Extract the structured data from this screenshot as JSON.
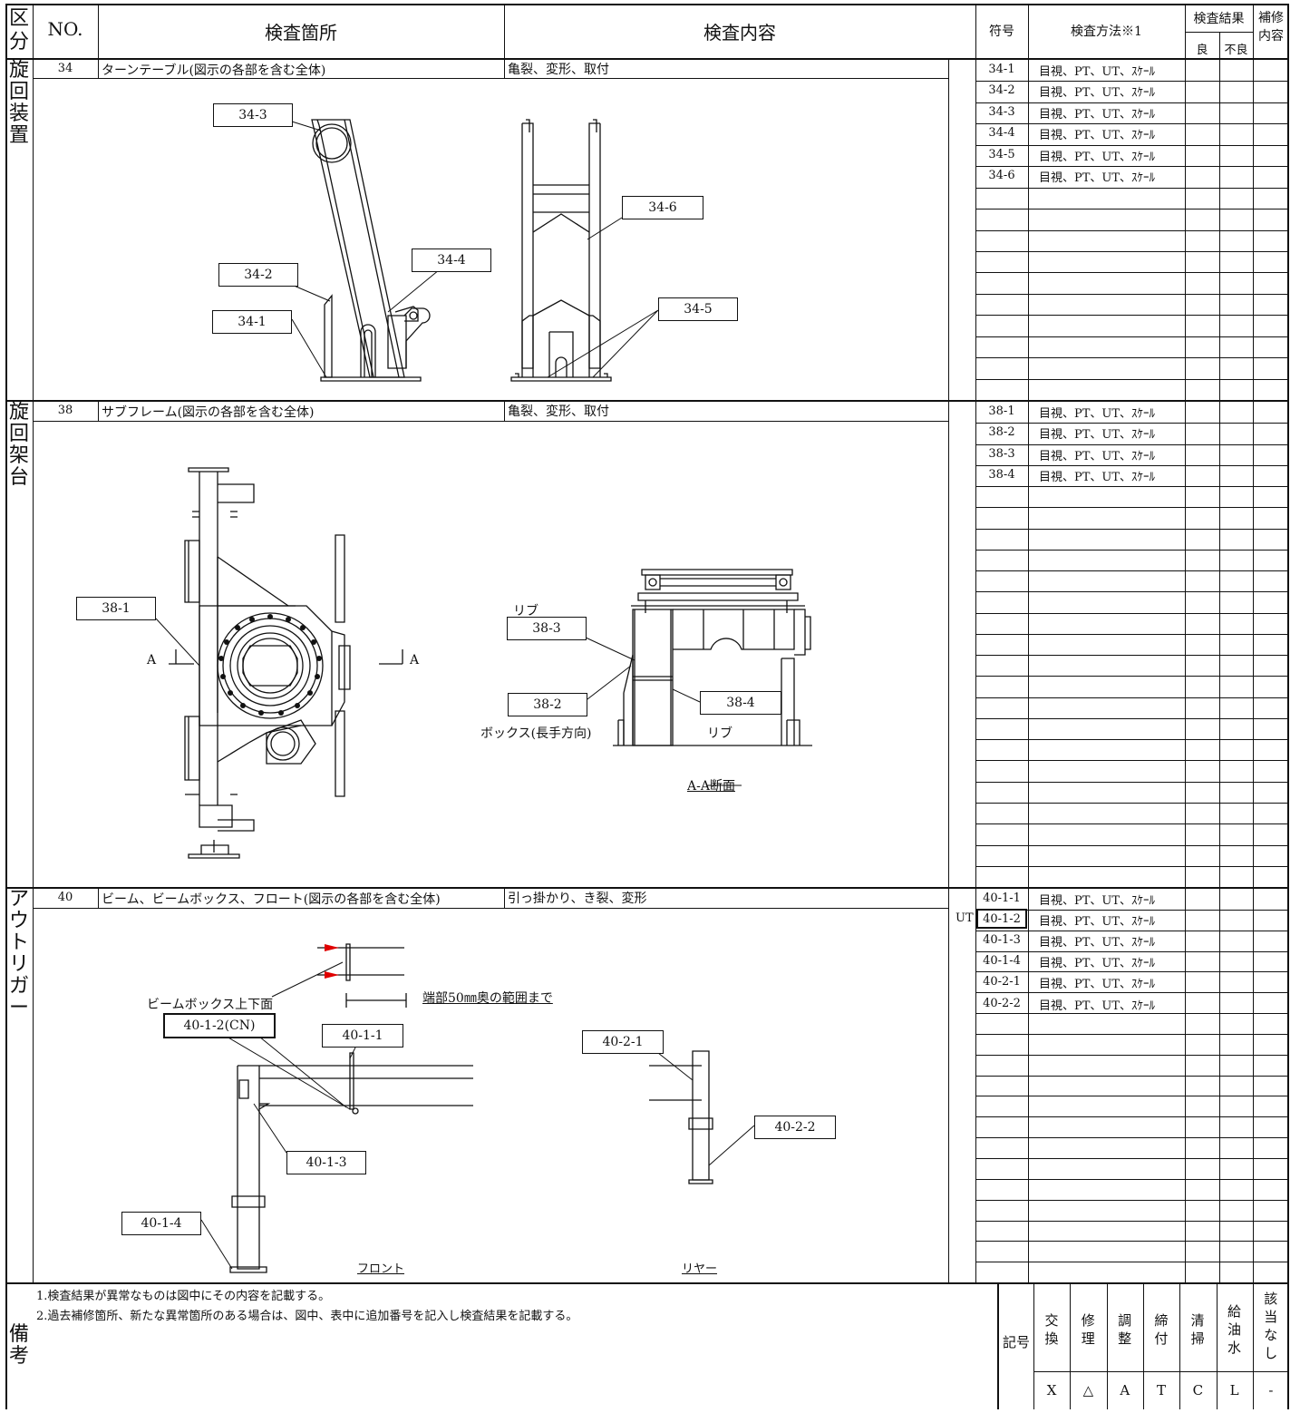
{
  "header": {
    "division": "区分",
    "no": "NO.",
    "location": "検査箇所",
    "content": "検査内容",
    "symbol": "符号",
    "method": "検査方法※1",
    "result": "検査結果",
    "good": "良",
    "bad": "不良",
    "repair": "補修内容"
  },
  "sections": [
    {
      "category": "旋回装置",
      "no": "34",
      "location": "ターンテーブル(図示の各部を含む全体)",
      "content": "亀裂、変形、取付",
      "rows": [
        {
          "code": "34-1",
          "method": "目視、PT、UT、ｽｹｰﾙ"
        },
        {
          "code": "34-2",
          "method": "目視、PT、UT、ｽｹｰﾙ"
        },
        {
          "code": "34-3",
          "method": "目視、PT、UT、ｽｹｰﾙ"
        },
        {
          "code": "34-4",
          "method": "目視、PT、UT、ｽｹｰﾙ"
        },
        {
          "code": "34-5",
          "method": "目視、PT、UT、ｽｹｰﾙ"
        },
        {
          "code": "34-6",
          "method": "目視、PT、UT、ｽｹｰﾙ"
        }
      ],
      "labels": [
        "34-3",
        "34-6",
        "34-4",
        "34-2",
        "34-1",
        "34-5"
      ]
    },
    {
      "category": "旋回架台",
      "no": "38",
      "location": "サブフレーム(図示の各部を含む全体)",
      "content": "亀裂、変形、取付",
      "rows": [
        {
          "code": "38-1",
          "method": "目視、PT、UT、ｽｹｰﾙ"
        },
        {
          "code": "38-2",
          "method": "目視、PT、UT、ｽｹｰﾙ"
        },
        {
          "code": "38-3",
          "method": "目視、PT、UT、ｽｹｰﾙ"
        },
        {
          "code": "38-4",
          "method": "目視、PT、UT、ｽｹｰﾙ"
        }
      ],
      "labels": [
        "38-1",
        "38-3",
        "38-2",
        "38-4"
      ],
      "notes": {
        "rib1": "リブ",
        "rib2": "リブ",
        "box": "ボックス(長手方向)",
        "section": "A-A断面",
        "a_left": "A",
        "a_right": "A"
      }
    },
    {
      "category": "アウトリガー",
      "no": "40",
      "location": "ビーム、ビームボックス、フロート(図示の各部を含む全体)",
      "content": "引っ掛かり、き裂、変形",
      "rows": [
        {
          "code": "40-1-1",
          "method": "目視、PT、UT、ｽｹｰﾙ"
        },
        {
          "code": "40-1-2",
          "method": "目視、PT、UT、ｽｹｰﾙ"
        },
        {
          "code": "40-1-3",
          "method": "目視、PT、UT、ｽｹｰﾙ"
        },
        {
          "code": "40-1-4",
          "method": "目視、PT、UT、ｽｹｰﾙ"
        },
        {
          "code": "40-2-1",
          "method": "目視、PT、UT、ｽｹｰﾙ"
        },
        {
          "code": "40-2-2",
          "method": "目視、PT、UT、ｽｹｰﾙ"
        }
      ],
      "labels": [
        "40-1-2(CN)",
        "40-1-1",
        "40-2-1",
        "40-2-2",
        "40-1-3",
        "40-1-4"
      ],
      "notes": {
        "box_surface": "ビームボックス上下面",
        "range": "端部50㎜奥の範囲まで",
        "front": "フロント",
        "rear": "リヤー",
        "ut": "UT"
      }
    }
  ],
  "remarks": {
    "title": "備考",
    "line1": "1.検査結果が異常なものは図中にその内容を記載する。",
    "line2": "2.過去補修箇所、新たな異常箇所のある場合は、図中、表中に追加番号を記入し検査結果を記載する。"
  },
  "legend": {
    "header": "記号",
    "items": [
      {
        "name": "交換",
        "mark": "X"
      },
      {
        "name": "修理",
        "mark": "△"
      },
      {
        "name": "調整",
        "mark": "A"
      },
      {
        "name": "締付",
        "mark": "T"
      },
      {
        "name": "清掃",
        "mark": "C"
      },
      {
        "name": "給油水",
        "mark": "L"
      },
      {
        "name": "該当なし",
        "mark": "-"
      }
    ]
  }
}
